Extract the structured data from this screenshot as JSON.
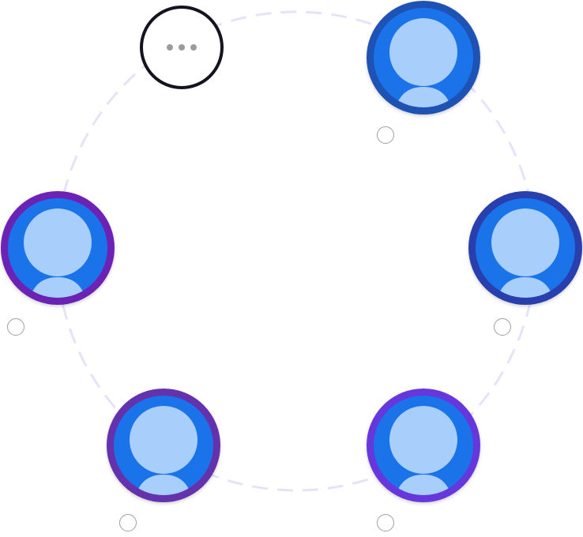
{
  "participants": [
    {
      "id": "top-right",
      "ring_color": "#1e52b5",
      "fill_color": "#1a73e8",
      "silhouette_color": "#a8cffc",
      "icon": "person-icon",
      "selected": false
    },
    {
      "id": "left",
      "ring_color": "#6c22b5",
      "fill_color": "#1a73e8",
      "silhouette_color": "#a8cffc",
      "icon": "person-icon",
      "selected": false
    },
    {
      "id": "right",
      "ring_color": "#2a3fae",
      "fill_color": "#1a73e8",
      "silhouette_color": "#a8cffc",
      "icon": "person-icon",
      "selected": false
    },
    {
      "id": "bottom-left",
      "ring_color": "#6432ad",
      "fill_color": "#1a73e8",
      "silhouette_color": "#a8cffc",
      "icon": "person-icon",
      "selected": false
    },
    {
      "id": "bottom-right",
      "ring_color": "#6537dc",
      "fill_color": "#1a73e8",
      "silhouette_color": "#a8cffc",
      "icon": "person-icon",
      "selected": false
    }
  ],
  "more_button": {
    "icon": "more-horizontal-icon",
    "border_color": "#15131f",
    "dot_color": "#9b9b9b"
  },
  "ring_track": {
    "color": "#e4e4f8",
    "style": "dashed"
  }
}
